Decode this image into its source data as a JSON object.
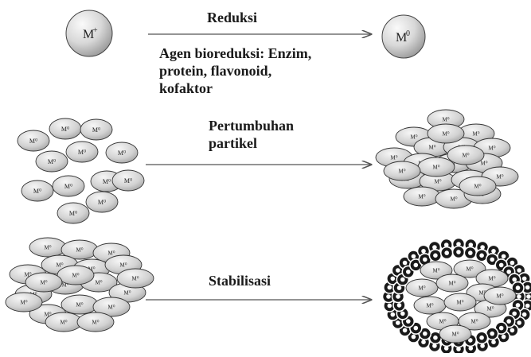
{
  "ion": {
    "label": "M",
    "sup": "+"
  },
  "atom": {
    "label": "M",
    "sup": "0"
  },
  "particle_label": "M⁰",
  "steps": {
    "reduksi": "Reduksi",
    "agent_line1": "Agen bioreduksi: Enzim,",
    "agent_line2": "protein, flavonoid,",
    "agent_line3": "kofaktor",
    "growth_line1": "Pertumbuhan",
    "growth_line2": "partikel",
    "stabilisasi": "Stabilisasi"
  },
  "colors": {
    "sphere_light": "#f2f2f2",
    "sphere_dark": "#a8a8a8",
    "stroke": "#333333",
    "arrow": "#555555",
    "cap_fill": "#1a1a1a"
  }
}
